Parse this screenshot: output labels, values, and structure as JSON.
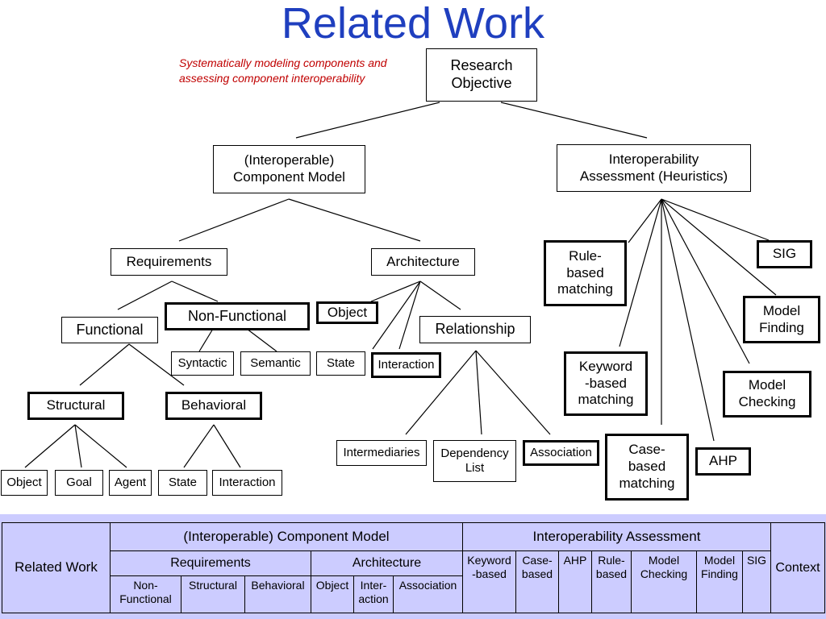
{
  "slide": {
    "title": "Related Work",
    "subtitle": "Systematically modeling components and assessing component interoperability"
  },
  "tree": {
    "research_objective": "Research\nObjective",
    "component_model": "(Interoperable)\nComponent Model",
    "interop_assessment": "Interoperability\nAssessment (Heuristics)",
    "requirements": "Requirements",
    "architecture": "Architecture",
    "functional": "Functional",
    "non_functional": "Non-Functional",
    "syntactic": "Syntactic",
    "semantic": "Semantic",
    "structural": "Structural",
    "behavioral": "Behavioral",
    "struct_object": "Object",
    "struct_goal": "Goal",
    "struct_agent": "Agent",
    "behav_state": "State",
    "behav_interaction": "Interaction",
    "arch_object": "Object",
    "arch_state": "State",
    "arch_interaction": "Interaction",
    "relationship": "Relationship",
    "intermediaries": "Intermediaries",
    "dependency_list": "Dependency\nList",
    "association": "Association",
    "rule_based": "Rule-\nbased\nmatching",
    "keyword_based": "Keyword\n-based\nmatching",
    "case_based": "Case-\nbased\nmatching",
    "ahp": "AHP",
    "model_checking": "Model\nChecking",
    "model_finding": "Model\nFinding",
    "sig": "SIG"
  },
  "table": {
    "row_header": "Related Work",
    "group_component_model": "(Interoperable) Component Model",
    "group_interop_assessment": "Interoperability Assessment",
    "context": "Context",
    "requirements": "Requirements",
    "architecture": "Architecture",
    "keyword_based": "Keyword\n-based",
    "case_based": "Case-\nbased",
    "ahp": "AHP",
    "rule_based": "Rule-\nbased",
    "model_checking": "Model\nChecking",
    "model_finding": "Model\nFinding",
    "sig": "SIG",
    "non_functional": "Non-\nFunctional",
    "structural": "Structural",
    "behavioral": "Behavioral",
    "object": "Object",
    "interaction": "Inter-\naction",
    "association": "Association"
  }
}
